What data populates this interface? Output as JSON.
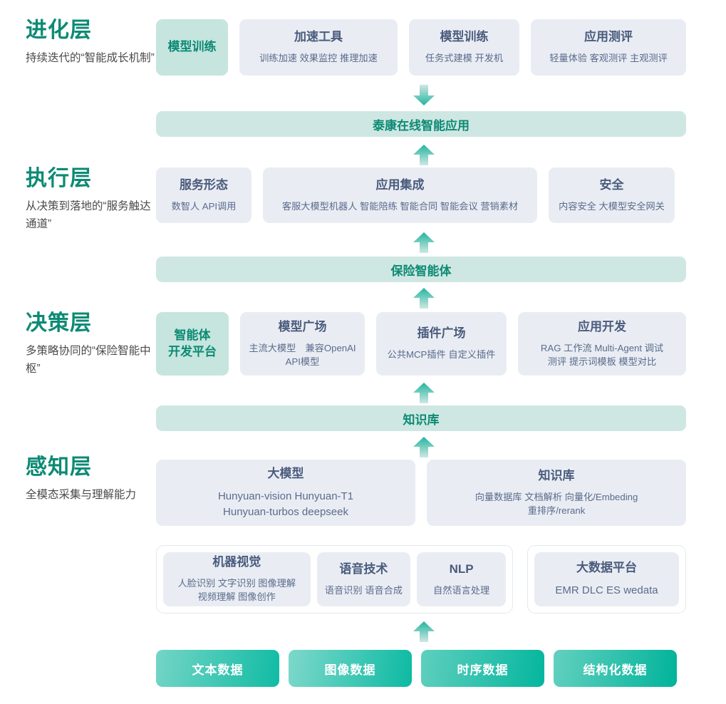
{
  "colors": {
    "accent_teal": "#0c8a74",
    "bar_bg": "#cfe7e3",
    "accent_box_bg": "#c5e5de",
    "box_bg": "#e9edf3",
    "box_title": "#4a5b7d",
    "box_items": "#5a6b8c",
    "data_grad_from": "#6fd3c4",
    "data_grad_to": "#00b39a"
  },
  "layers": [
    {
      "id": "evolution",
      "title": "进化层",
      "subtitle": "持续迭代的“智能成长机制”",
      "boxes": [
        {
          "title": "模型训练",
          "items": "",
          "accent": true
        },
        {
          "title": "加速工具",
          "items": "训练加速 效果监控 推理加速",
          "accent": false
        },
        {
          "title": "模型训练",
          "items": "任务式建模 开发机",
          "accent": false
        },
        {
          "title": "应用测评",
          "items": "轻量体验 客观测评 主观测评",
          "accent": false
        }
      ]
    },
    {
      "id": "execution",
      "title": "执行层",
      "subtitle": "从决策到落地的“服务触达通道”",
      "boxes": [
        {
          "title": "服务形态",
          "items": "数智人 API调用",
          "accent": false
        },
        {
          "title": "应用集成",
          "items": "客服大模型机器人 智能陪练 智能合同 智能会议 营销素材",
          "accent": false
        },
        {
          "title": "安全",
          "items": "内容安全 大模型安全网关",
          "accent": false
        }
      ]
    },
    {
      "id": "decision",
      "title": "决策层",
      "subtitle": "多策略协同的“保险智能中枢”",
      "boxes": [
        {
          "title": "智能体\n开发平台",
          "items": "",
          "accent": true
        },
        {
          "title": "模型广场",
          "items": "主流大模型　兼容OpenAI\nAPI模型",
          "accent": false
        },
        {
          "title": "插件广场",
          "items": "公共MCP插件 自定义插件",
          "accent": false
        },
        {
          "title": "应用开发",
          "items": "RAG 工作流 Multi-Agent 调试\n测评 提示词模板 模型对比",
          "accent": false
        }
      ]
    },
    {
      "id": "perception",
      "title": "感知层",
      "subtitle": "全模态采集与理解能力",
      "boxes": [
        {
          "title": "大模型",
          "items": "Hunyuan-vision Hunyuan-T1\nHunyuan-turbos deepseek",
          "accent": false
        },
        {
          "title": "知识库",
          "items": "向量数据库 文档解析 向量化/Embeding\n重排序/rerank",
          "accent": false
        }
      ],
      "tech_boxes_left": [
        {
          "title": "机器视觉",
          "items": "人脸识别 文字识别 图像理解\n视频理解 图像创作"
        },
        {
          "title": "语音技术",
          "items": "语音识别 语音合成"
        },
        {
          "title": "NLP",
          "items": "自然语言处理"
        }
      ],
      "tech_boxes_right": [
        {
          "title": "大数据平台",
          "items": "EMR DLC ES wedata"
        }
      ]
    }
  ],
  "bars": [
    {
      "id": "app-bar",
      "label": "泰康在线智能应用"
    },
    {
      "id": "agent-bar",
      "label": "保险智能体"
    },
    {
      "id": "kb-bar",
      "label": "知识库"
    }
  ],
  "data_sources": [
    {
      "label": "文本数据"
    },
    {
      "label": "图像数据"
    },
    {
      "label": "时序数据"
    },
    {
      "label": "结构化数据"
    }
  ],
  "arrows": [
    {
      "id": "arrow-down-to-app",
      "direction": "down"
    },
    {
      "id": "arrow-up-to-app",
      "direction": "up"
    },
    {
      "id": "arrow-up-to-agent",
      "direction": "up"
    },
    {
      "id": "arrow-up-to-kb",
      "direction": "up"
    },
    {
      "id": "arrow-up-to-perception",
      "direction": "up"
    },
    {
      "id": "arrow-up-from-data",
      "direction": "up"
    }
  ]
}
